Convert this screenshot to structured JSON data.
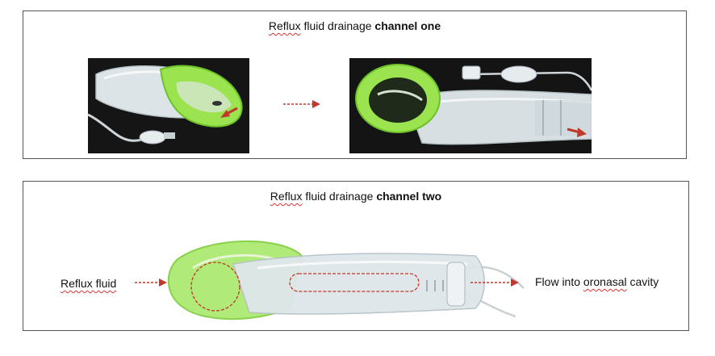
{
  "panel_one": {
    "title_plain": "Reflux",
    "title_rest": " fluid drainage ",
    "title_bold": "channel one"
  },
  "panel_two": {
    "title_plain": "Reflux",
    "title_rest": " fluid drainage ",
    "title_bold": "channel two",
    "left_label": "Reflux fluid",
    "right_label_start": "Flow into ",
    "right_label_underlined": "oronasal",
    "right_label_end": " cavity"
  },
  "colors": {
    "arrow": "#c0392b",
    "cuff_green": "#8ee04a",
    "tube_clear": "#dfe6ea"
  }
}
